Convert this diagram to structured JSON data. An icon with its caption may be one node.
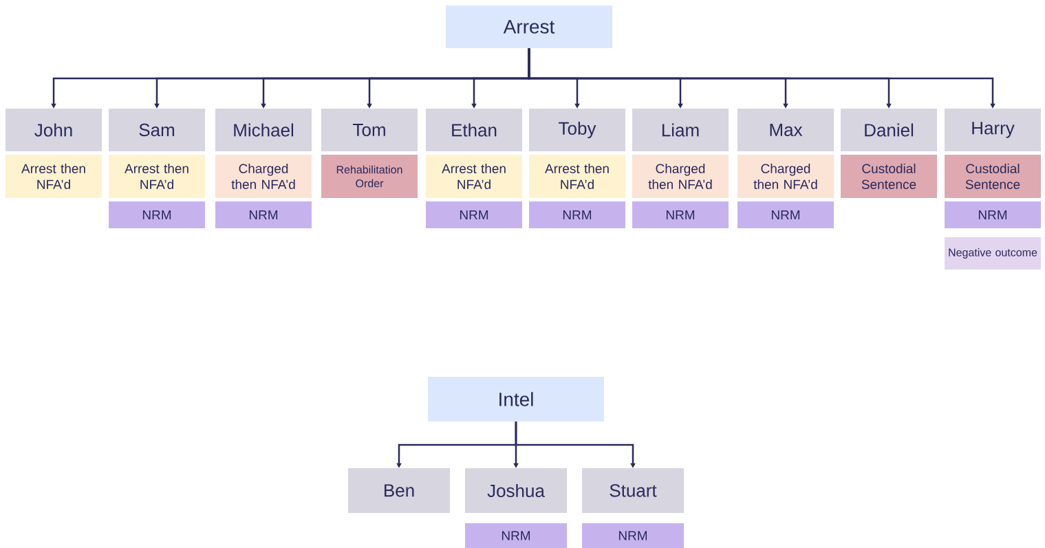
{
  "diagram": {
    "nodes": [
      {
        "text": [
          "Arrest"
        ]
      },
      {
        "text": [
          "John"
        ]
      },
      {
        "text": [
          "Sam"
        ]
      },
      {
        "text": [
          "Michael"
        ]
      },
      {
        "text": [
          "Tom"
        ]
      },
      {
        "text": [
          "Ethan"
        ]
      },
      {
        "text": [
          "Toby"
        ]
      },
      {
        "text": [
          "Liam"
        ]
      },
      {
        "text": [
          "Max"
        ]
      },
      {
        "text": [
          "Daniel"
        ]
      },
      {
        "text": [
          "Harry"
        ]
      },
      {
        "text": [
          "Arrest then NFA’d"
        ]
      },
      {
        "text": [
          "Arrest then NFA’d"
        ]
      },
      {
        "text": [
          "Charged then NFA’d"
        ]
      },
      {
        "text": [
          "Rehabilitation Order"
        ]
      },
      {
        "text": [
          "Arrest then NFA’d"
        ]
      },
      {
        "text": [
          "Arrest then NFA’d"
        ]
      },
      {
        "text": [
          "Charged then NFA’d"
        ]
      },
      {
        "text": [
          "Charged then NFA’d"
        ]
      },
      {
        "text": [
          "Custodial Sentence"
        ]
      },
      {
        "text": [
          "Custodial Sentence"
        ]
      },
      {
        "text": [
          "NRM"
        ]
      },
      {
        "text": [
          "NRM"
        ]
      },
      {
        "text": [
          "NRM"
        ]
      },
      {
        "text": [
          "NRM"
        ]
      },
      {
        "text": [
          "NRM"
        ]
      },
      {
        "text": [
          "NRM"
        ]
      },
      {
        "text": [
          "NRM"
        ]
      },
      {
        "text": [
          "Negative outcome"
        ]
      },
      {
        "text": [
          "Intel"
        ]
      },
      {
        "text": [
          "Ben"
        ]
      },
      {
        "text": [
          "Joshua"
        ]
      },
      {
        "text": [
          "Stuart"
        ]
      },
      {
        "text": [
          "NRM"
        ]
      },
      {
        "text": [
          "NRM"
        ]
      }
    ],
    "edges": [
      {
        "from": 0,
        "to": 1,
        "arrow": "to"
      },
      {
        "from": 0,
        "to": 2,
        "arrow": "to"
      },
      {
        "from": 0,
        "to": 3,
        "arrow": "to"
      },
      {
        "from": 0,
        "to": 4,
        "arrow": "to"
      },
      {
        "from": 0,
        "to": 5,
        "arrow": "to"
      },
      {
        "from": 0,
        "to": 6,
        "arrow": "to"
      },
      {
        "from": 0,
        "to": 7,
        "arrow": "to"
      },
      {
        "from": 0,
        "to": 8,
        "arrow": "to"
      },
      {
        "from": 0,
        "to": 9,
        "arrow": "to"
      },
      {
        "from": 0,
        "to": 10,
        "arrow": "to"
      },
      {
        "from": 29,
        "to": 30,
        "arrow": "to"
      },
      {
        "from": 29,
        "to": 31,
        "arrow": "to"
      },
      {
        "from": 29,
        "to": 32,
        "arrow": "to"
      }
    ]
  }
}
